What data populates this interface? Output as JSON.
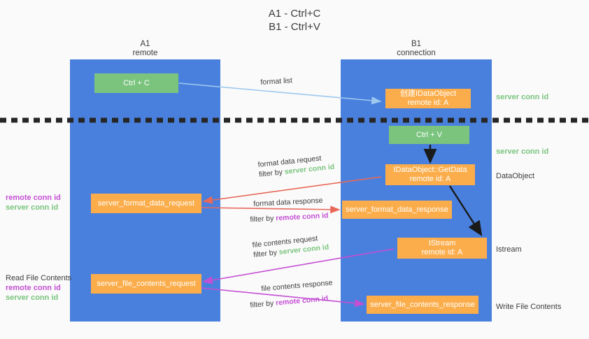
{
  "title": "A1 - Ctrl+C\nB1 - Ctrl+V",
  "columns": {
    "left": {
      "name": "A1",
      "role": "remote",
      "header": "A1\nremote",
      "color": "#4a80dd"
    },
    "right": {
      "name": "B1",
      "role": "connection",
      "header": "B1\nconnection",
      "color": "#4a80dd"
    }
  },
  "colors": {
    "column_blue": "#4a80dd",
    "green_box": "#7ac47e",
    "orange_box": "#fbad4b",
    "server_conn_id": "#7ac47e",
    "remote_conn_id": "#c44fd4",
    "arrow_blue": "#9dc8ef",
    "arrow_red": "#e8685a",
    "arrow_purple": "#c44fd4",
    "arrow_black": "#1a1a1a",
    "divider": "#262626",
    "background": "#fafafa"
  },
  "boxes": {
    "ctrl_c": "Ctrl + C",
    "create_dataobject": "创建IDataObject\nremote id: A",
    "ctrl_v": "Ctrl + V",
    "getdata": "IDataObject::GetData\nremote id: A",
    "format_data_request": "server_format_data_request",
    "format_data_response": "server_format_data_response",
    "istream": "IStream\nremote id: A",
    "file_contents_request": "server_file_contents_request",
    "file_contents_response": "server_file_contents_response"
  },
  "side_labels": {
    "server_conn_id_top": "server conn id",
    "server_conn_id_mid": "server conn id",
    "dataobject": "DataObject",
    "istream": "Istream",
    "write_file_contents": "Write File Contents",
    "read_file_contents": "Read File Contents",
    "remote_conn_id": "remote conn id",
    "server_conn_id": "server conn id"
  },
  "arrow_labels": {
    "format_list": "format list",
    "format_data_request": "format data request",
    "format_data_request_filter_prefix": "filter by ",
    "format_data_request_filter_value": "server conn id",
    "format_data_response": "format data response",
    "format_data_response_filter_prefix": "filter by ",
    "format_data_response_filter_value": "remote conn id",
    "file_contents_request": "file contents request",
    "file_contents_request_filter_prefix": "filter by ",
    "file_contents_request_filter_value": "server conn id",
    "file_contents_response": "file contents response",
    "file_contents_response_filter_prefix": "filter by ",
    "file_contents_response_filter_value": "remote conn id"
  }
}
